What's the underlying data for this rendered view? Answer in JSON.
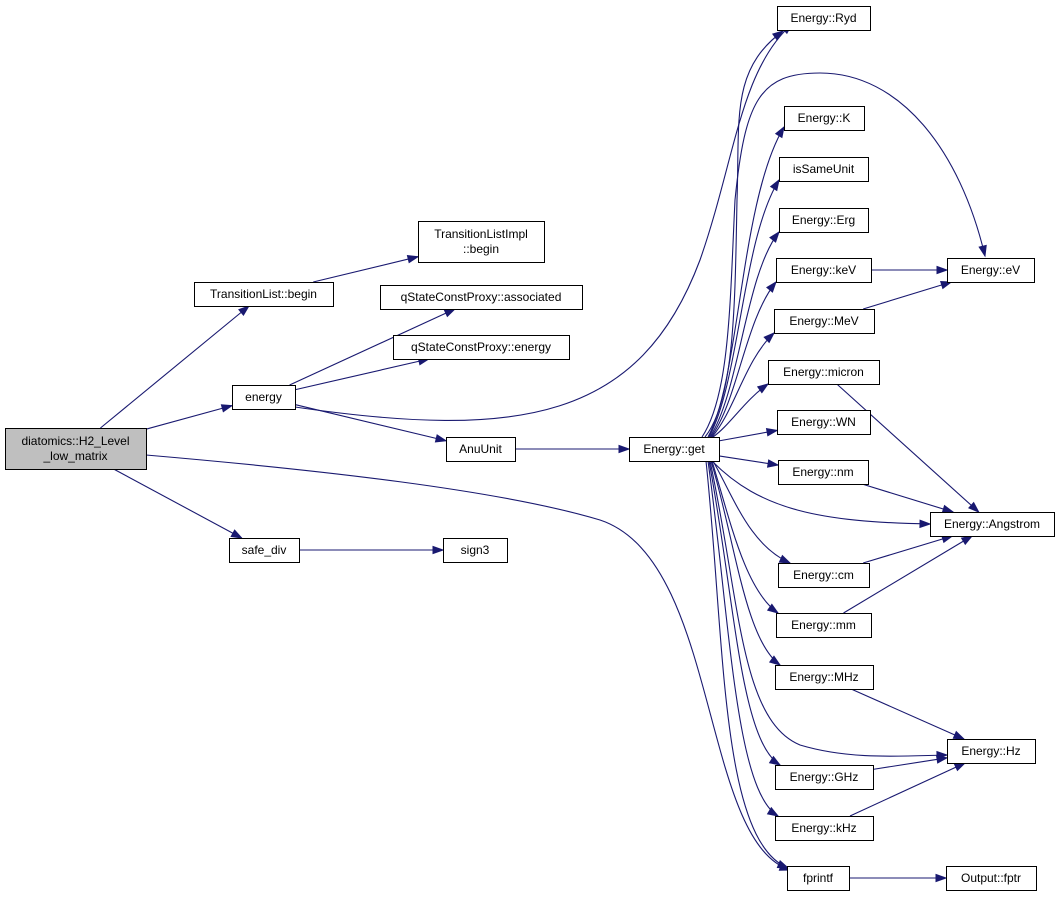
{
  "diagram": {
    "nodes": [
      {
        "id": "root",
        "lines": [
          "diatomics::H2_Level",
          "_low_matrix"
        ]
      },
      {
        "id": "tl_begin",
        "lines": [
          "TransitionList::begin"
        ]
      },
      {
        "id": "tli_begin",
        "lines": [
          "TransitionListImpl",
          "::begin"
        ]
      },
      {
        "id": "qs_assoc",
        "lines": [
          "qStateConstProxy::associated"
        ]
      },
      {
        "id": "qs_energy",
        "lines": [
          "qStateConstProxy::energy"
        ]
      },
      {
        "id": "energy",
        "lines": [
          "energy"
        ]
      },
      {
        "id": "anuunit",
        "lines": [
          "AnuUnit"
        ]
      },
      {
        "id": "safe_div",
        "lines": [
          "safe_div"
        ]
      },
      {
        "id": "sign3",
        "lines": [
          "sign3"
        ]
      },
      {
        "id": "en_get",
        "lines": [
          "Energy::get"
        ]
      },
      {
        "id": "en_ryd",
        "lines": [
          "Energy::Ryd"
        ]
      },
      {
        "id": "en_k",
        "lines": [
          "Energy::K"
        ]
      },
      {
        "id": "issameunit",
        "lines": [
          "isSameUnit"
        ]
      },
      {
        "id": "en_erg",
        "lines": [
          "Energy::Erg"
        ]
      },
      {
        "id": "en_kev",
        "lines": [
          "Energy::keV"
        ]
      },
      {
        "id": "en_mev",
        "lines": [
          "Energy::MeV"
        ]
      },
      {
        "id": "en_micron",
        "lines": [
          "Energy::micron"
        ]
      },
      {
        "id": "en_wn",
        "lines": [
          "Energy::WN"
        ]
      },
      {
        "id": "en_nm",
        "lines": [
          "Energy::nm"
        ]
      },
      {
        "id": "en_cm",
        "lines": [
          "Energy::cm"
        ]
      },
      {
        "id": "en_mm",
        "lines": [
          "Energy::mm"
        ]
      },
      {
        "id": "en_mhz",
        "lines": [
          "Energy::MHz"
        ]
      },
      {
        "id": "en_ghz",
        "lines": [
          "Energy::GHz"
        ]
      },
      {
        "id": "en_khz",
        "lines": [
          "Energy::kHz"
        ]
      },
      {
        "id": "fprintf",
        "lines": [
          "fprintf"
        ]
      },
      {
        "id": "en_ev",
        "lines": [
          "Energy::eV"
        ]
      },
      {
        "id": "en_angstrom",
        "lines": [
          "Energy::Angstrom"
        ]
      },
      {
        "id": "en_hz",
        "lines": [
          "Energy::Hz"
        ]
      },
      {
        "id": "output_fptr",
        "lines": [
          "Output::fptr"
        ]
      }
    ],
    "edges": [
      {
        "from": "root",
        "to": "tl_begin"
      },
      {
        "from": "root",
        "to": "energy"
      },
      {
        "from": "root",
        "to": "safe_div"
      },
      {
        "from": "root",
        "to": "fprintf"
      },
      {
        "from": "tl_begin",
        "to": "tli_begin"
      },
      {
        "from": "energy",
        "to": "qs_assoc"
      },
      {
        "from": "energy",
        "to": "qs_energy"
      },
      {
        "from": "energy",
        "to": "anuunit"
      },
      {
        "from": "energy",
        "to": "en_ryd"
      },
      {
        "from": "anuunit",
        "to": "en_get"
      },
      {
        "from": "safe_div",
        "to": "sign3"
      },
      {
        "from": "en_get",
        "to": "en_ryd"
      },
      {
        "from": "en_get",
        "to": "en_k"
      },
      {
        "from": "en_get",
        "to": "issameunit"
      },
      {
        "from": "en_get",
        "to": "en_erg"
      },
      {
        "from": "en_get",
        "to": "en_kev"
      },
      {
        "from": "en_get",
        "to": "en_mev"
      },
      {
        "from": "en_get",
        "to": "en_micron"
      },
      {
        "from": "en_get",
        "to": "en_wn"
      },
      {
        "from": "en_get",
        "to": "en_nm"
      },
      {
        "from": "en_get",
        "to": "en_cm"
      },
      {
        "from": "en_get",
        "to": "en_mm"
      },
      {
        "from": "en_get",
        "to": "en_mhz"
      },
      {
        "from": "en_get",
        "to": "en_ghz"
      },
      {
        "from": "en_get",
        "to": "en_khz"
      },
      {
        "from": "en_get",
        "to": "fprintf"
      },
      {
        "from": "en_get",
        "to": "en_ev"
      },
      {
        "from": "en_get",
        "to": "en_angstrom"
      },
      {
        "from": "en_get",
        "to": "en_hz"
      },
      {
        "from": "en_kev",
        "to": "en_ev"
      },
      {
        "from": "en_mev",
        "to": "en_ev"
      },
      {
        "from": "en_micron",
        "to": "en_angstrom"
      },
      {
        "from": "en_nm",
        "to": "en_angstrom"
      },
      {
        "from": "en_cm",
        "to": "en_angstrom"
      },
      {
        "from": "en_mm",
        "to": "en_angstrom"
      },
      {
        "from": "en_mhz",
        "to": "en_hz"
      },
      {
        "from": "en_ghz",
        "to": "en_hz"
      },
      {
        "from": "en_khz",
        "to": "en_hz"
      },
      {
        "from": "fprintf",
        "to": "output_fptr"
      }
    ],
    "colors": {
      "edge": "#191970",
      "node_border": "#000000",
      "node_fill": "#ffffff",
      "root_fill": "#bfbfbf"
    }
  }
}
